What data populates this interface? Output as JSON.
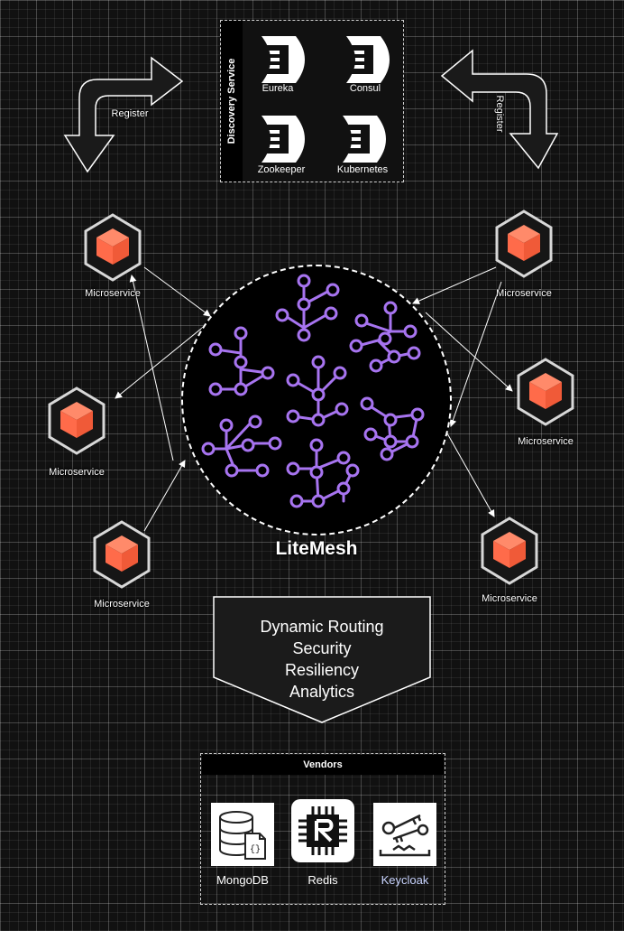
{
  "discovery": {
    "title": "Discovery Service",
    "services": [
      {
        "name": "Eureka"
      },
      {
        "name": "Consul"
      },
      {
        "name": "Zookeeper"
      },
      {
        "name": "Kubernetes"
      }
    ]
  },
  "arrows": {
    "left_label": "Register",
    "right_label": "Register"
  },
  "microservices": [
    {
      "label": "Microservice"
    },
    {
      "label": "Microservice"
    },
    {
      "label": "Microservice"
    },
    {
      "label": "Microservice"
    },
    {
      "label": "Microservice"
    },
    {
      "label": "Microservice"
    }
  ],
  "mesh": {
    "title": "LiteMesh"
  },
  "features": [
    "Dynamic Routing",
    "Security",
    "Resiliency",
    "Analytics"
  ],
  "vendors": {
    "title": "Vendors",
    "items": [
      {
        "label": "MongoDB",
        "icon": "database-document-icon"
      },
      {
        "label": "Redis",
        "icon": "redis-chip-icon"
      },
      {
        "label": "Keycloak",
        "icon": "keys-icon"
      }
    ]
  },
  "colors": {
    "background": "#111111",
    "cube_accent": "#ff6b4a",
    "mesh_graph": "#a774f0",
    "keycloak_label": "#c9d4ff"
  }
}
